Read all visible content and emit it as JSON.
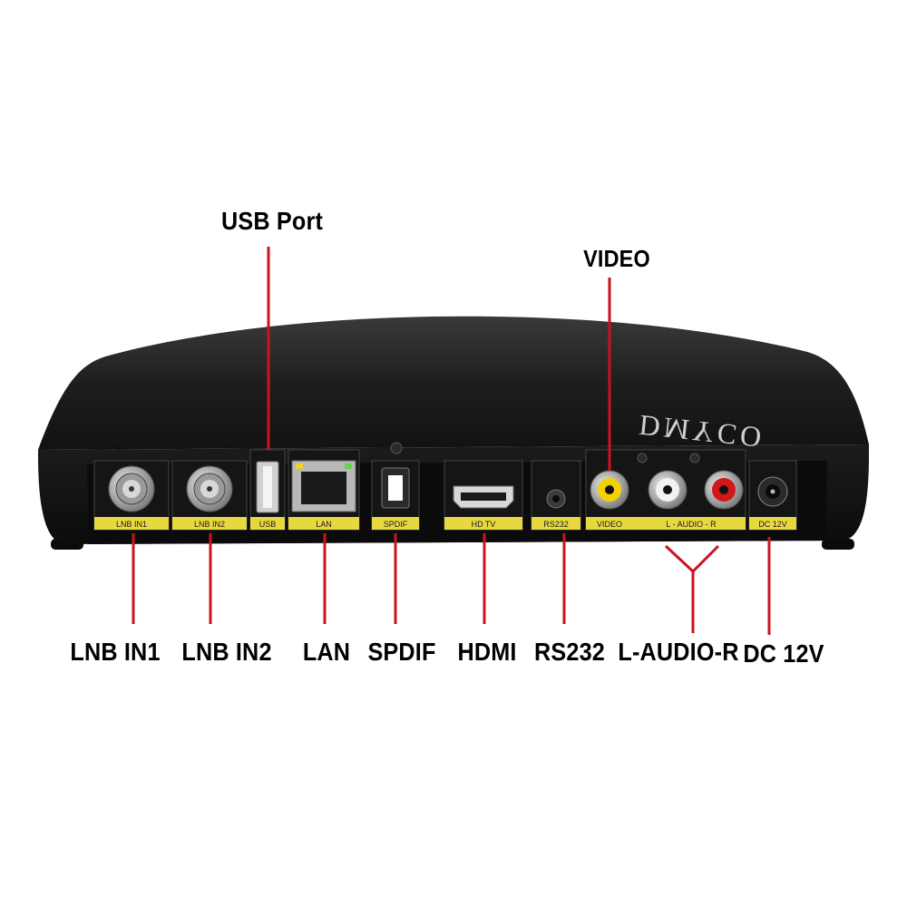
{
  "brand": "DMYCO",
  "callouts_top": {
    "usb_port": "USB Port",
    "video": "VIDEO"
  },
  "callouts_bottom": {
    "lnb_in1": "LNB IN1",
    "lnb_in2": "LNB IN2",
    "lan": "LAN",
    "spdif": "SPDIF",
    "hdmi": "HDMI",
    "rs232": "RS232",
    "l_audio_r": "L-AUDIO-R",
    "dc_12v": "DC 12V"
  },
  "port_labels": {
    "lnb_in1": "LNB IN1",
    "lnb_in2": "LNB IN2",
    "usb": "USB",
    "lan": "LAN",
    "spdif": "SPDIF",
    "hd_tv": "HD TV",
    "rs232": "RS232",
    "video": "VIDEO",
    "l_audio_r": "L - AUDIO - R",
    "dc_12v": "DC 12V"
  },
  "colors": {
    "callout_line": "#c8141e",
    "panel_label": "#e8d840",
    "body": "#151515",
    "rca_video": "#f2d200",
    "rca_left": "#f2f2f2",
    "rca_right": "#d01818"
  }
}
